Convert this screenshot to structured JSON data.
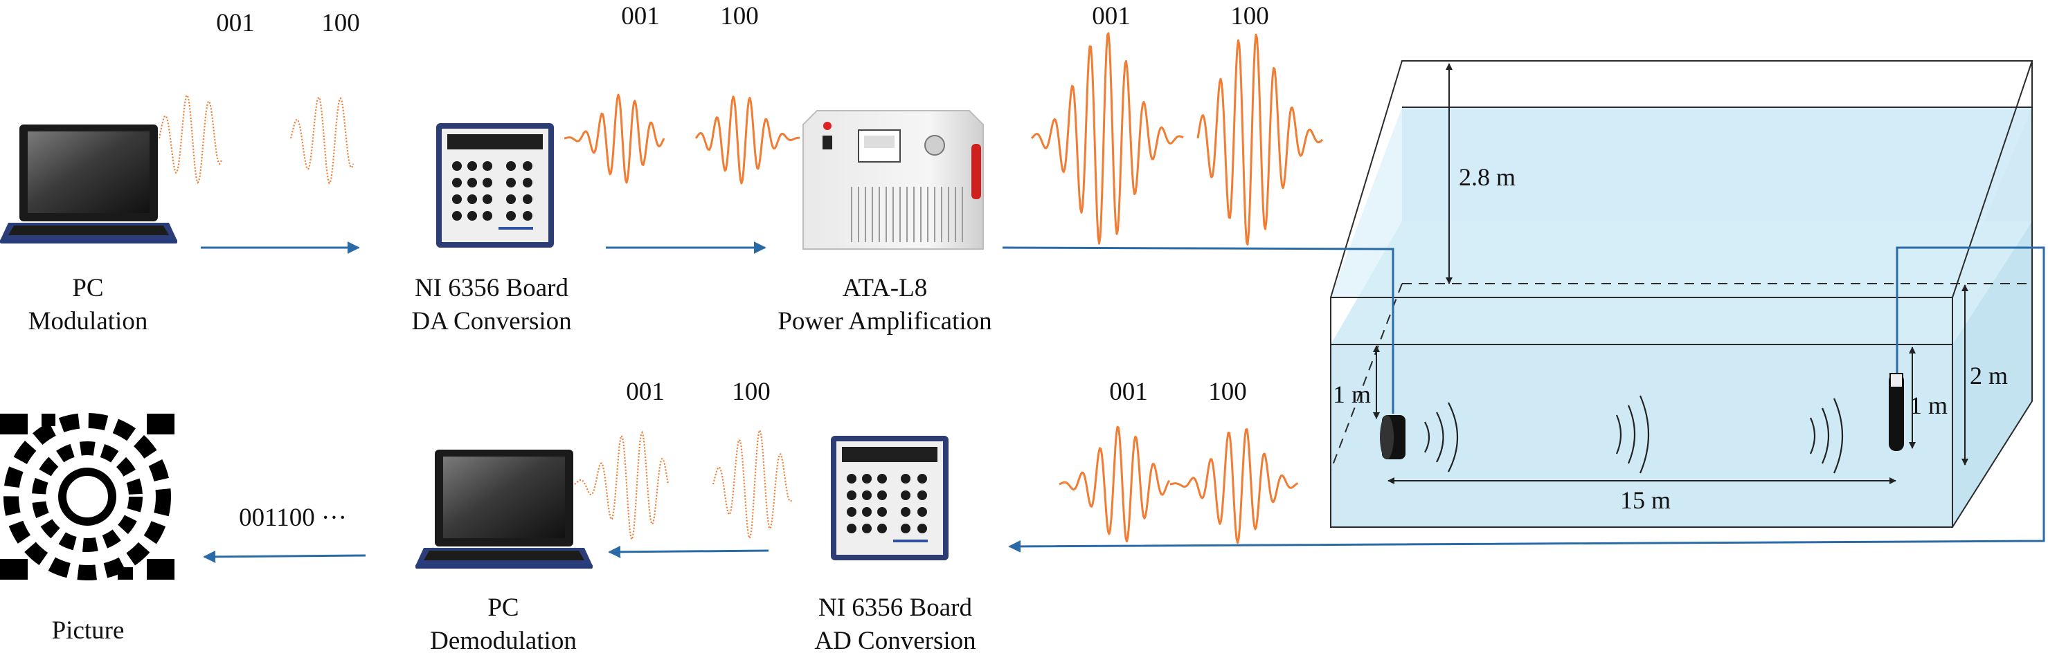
{
  "labels": {
    "pc_mod_line1": "PC",
    "pc_mod_line2": "Modulation",
    "ni_da_line1": "NI 6356 Board",
    "ni_da_line2": "DA Conversion",
    "ata_line1": "ATA-L8",
    "ata_line2": "Power Amplification",
    "ni_ad_line1": "NI 6356 Board",
    "ni_ad_line2": "AD Conversion",
    "pc_demod_line1": "PC",
    "pc_demod_line2": "Demodulation",
    "picture": "Picture",
    "bitstream": "001100 ···"
  },
  "codes": {
    "first": "001",
    "second": "100"
  },
  "tank": {
    "height_total": "2.8 m",
    "water_depth": "2 m",
    "transmitter_depth": "1 m",
    "receiver_depth": "1 m",
    "distance": "15 m"
  },
  "colors": {
    "signal": "#f07d33",
    "flow_arrow": "#2a6aa6",
    "water": "#d3ecf7",
    "device_frame": "#2b3d73"
  }
}
